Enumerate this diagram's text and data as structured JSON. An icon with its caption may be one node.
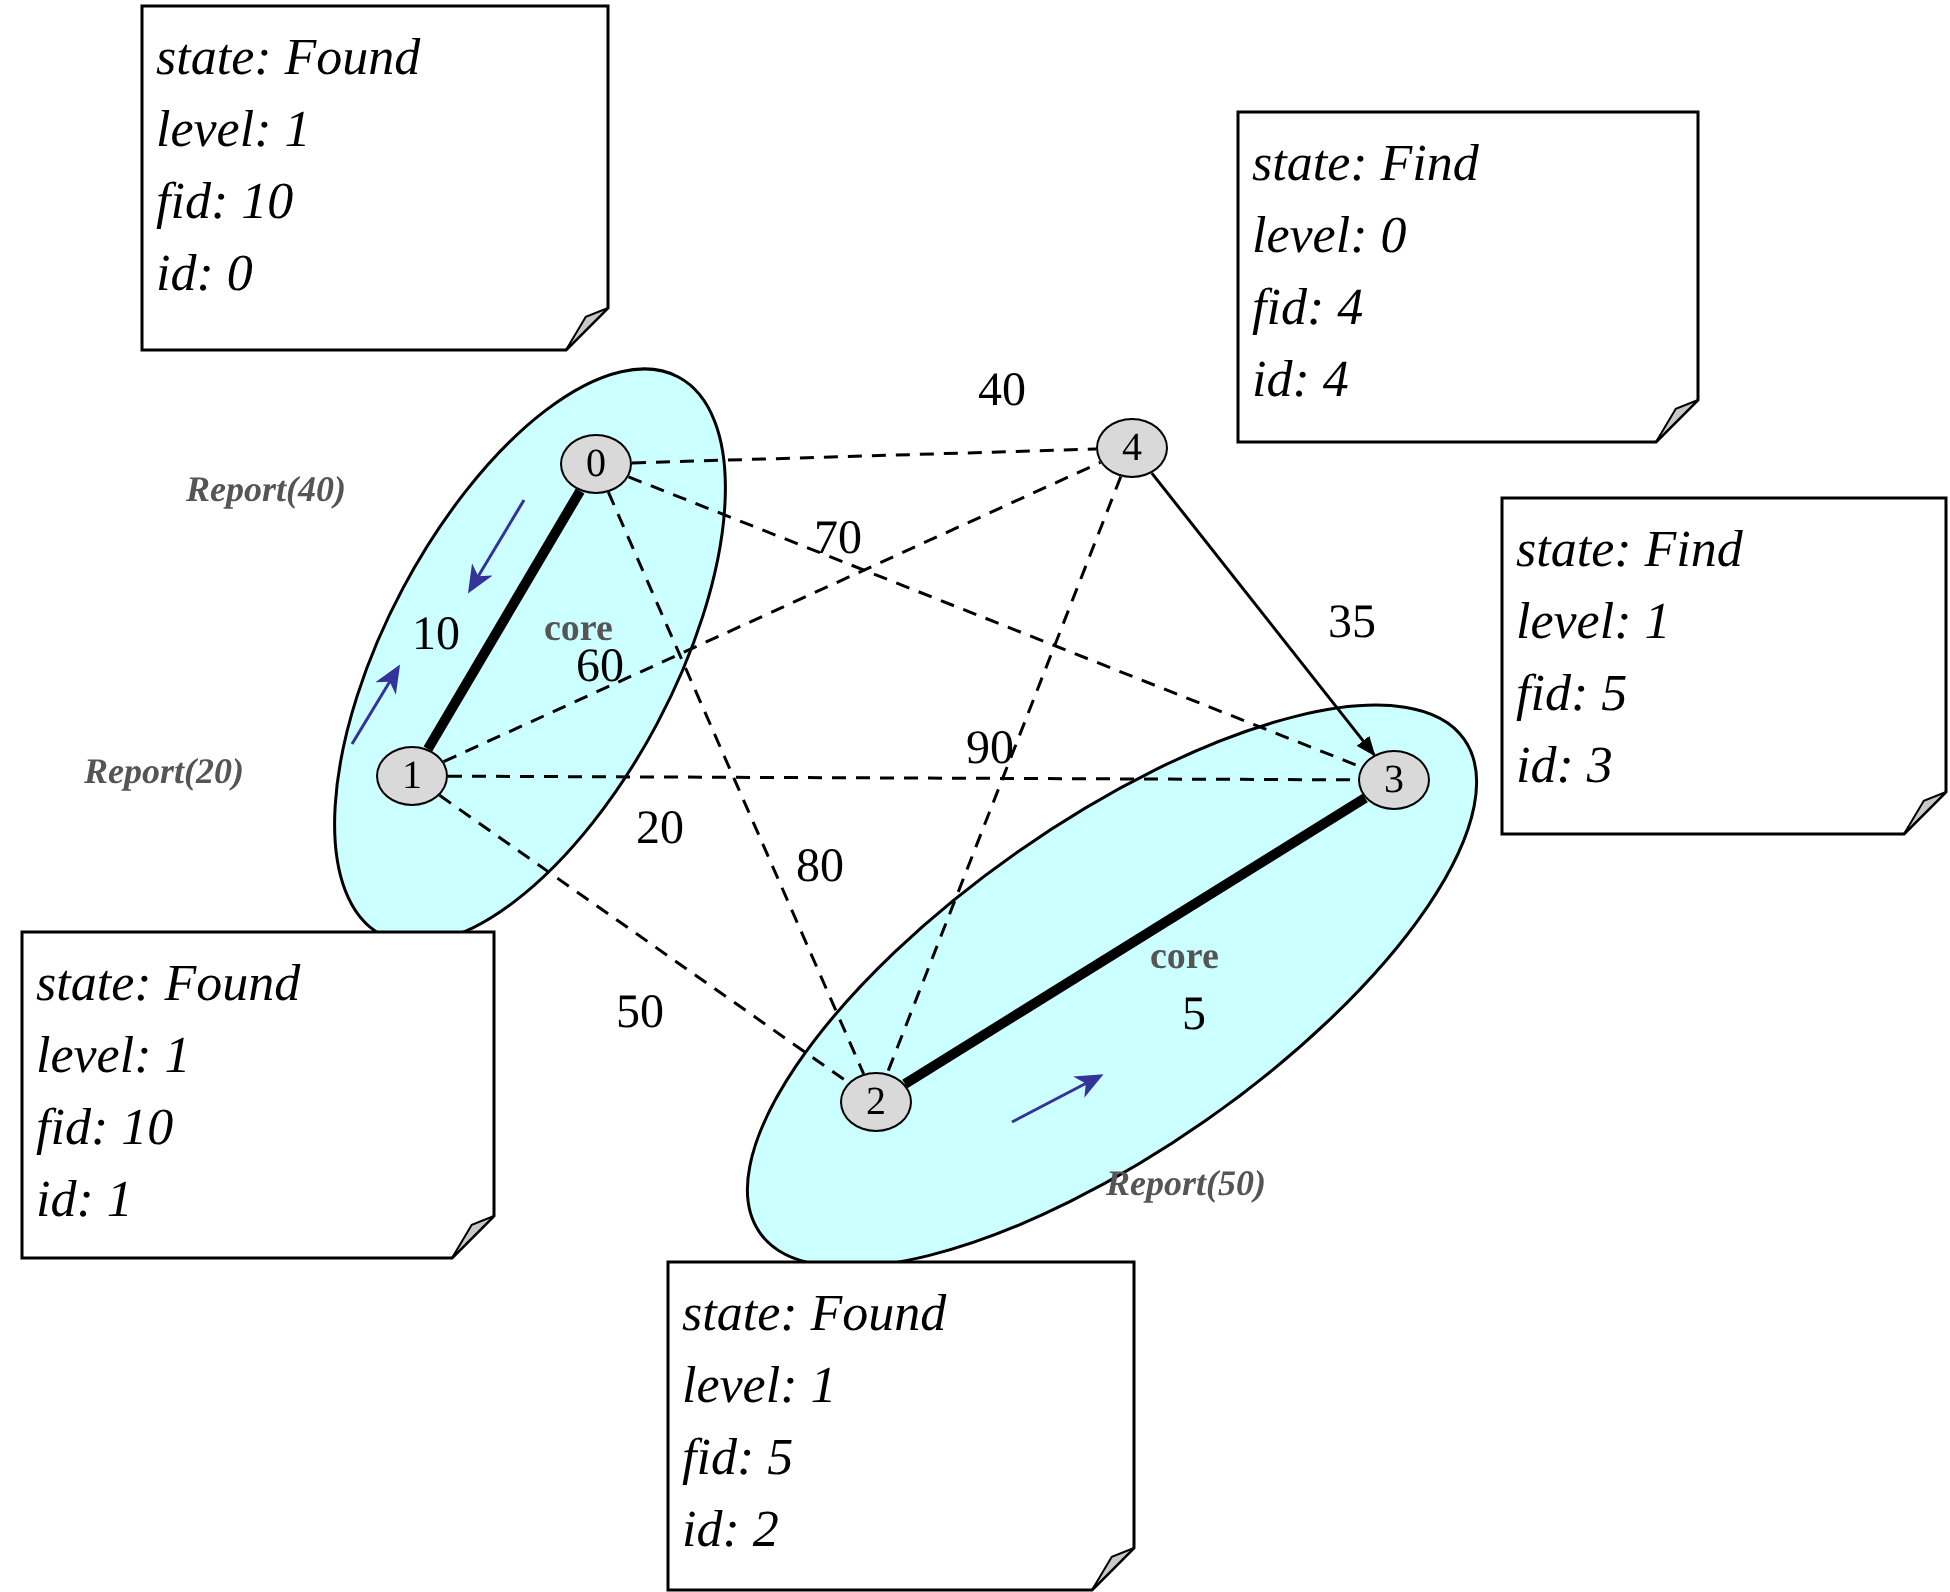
{
  "diagram": {
    "nodes": [
      {
        "text": [
          "state: Found",
          "level: 1",
          "fid: 10",
          "id: 0"
        ]
      },
      {
        "text": [
          "state: Find",
          "level: 0",
          "fid: 4",
          "id: 4"
        ]
      },
      {
        "text": [
          "core"
        ]
      },
      {
        "text": [
          "0"
        ],
        "in": 2
      },
      {
        "text": [
          "4"
        ]
      },
      {
        "text": [
          "1"
        ],
        "in": 2
      },
      {
        "text": [
          "state: Find",
          "level: 1",
          "fid: 5",
          "id: 3"
        ]
      },
      {
        "text": [
          "core"
        ]
      },
      {
        "text": [
          "3"
        ],
        "in": 7
      },
      {
        "text": [
          "2"
        ],
        "in": 7
      },
      {
        "text": [
          "state: Found",
          "level: 1",
          "fid: 10",
          "id: 1"
        ]
      },
      {
        "text": [
          "state: Found",
          "level: 1",
          "fid: 5",
          "id: 2"
        ]
      }
    ],
    "edges": [
      {
        "from": 3,
        "to": 5,
        "arrow": "none",
        "label": "10",
        "style": "thick"
      },
      {
        "from": 3,
        "to": 4,
        "arrow": "none",
        "label": "40",
        "style": "dashed"
      },
      {
        "from": 3,
        "to": 8,
        "arrow": "none",
        "label": "70",
        "style": "dashed"
      },
      {
        "from": 3,
        "to": 9,
        "arrow": "none",
        "label": "80",
        "style": "dashed"
      },
      {
        "from": 5,
        "to": 4,
        "arrow": "none",
        "label": "60",
        "style": "dashed"
      },
      {
        "from": 5,
        "to": 8,
        "arrow": "none",
        "label": "20",
        "style": "dashed"
      },
      {
        "from": 5,
        "to": 9,
        "arrow": "none",
        "label": "50",
        "style": "dashed"
      },
      {
        "from": 4,
        "to": 9,
        "arrow": "none",
        "label": "90",
        "style": "dashed"
      },
      {
        "from": 4,
        "to": 8,
        "arrow": "to",
        "label": "35"
      },
      {
        "from": 9,
        "to": 8,
        "arrow": "none",
        "label": "5",
        "style": "thick"
      }
    ],
    "labels": [
      "Report(40)",
      "Report(20)",
      "Report(50)"
    ]
  }
}
